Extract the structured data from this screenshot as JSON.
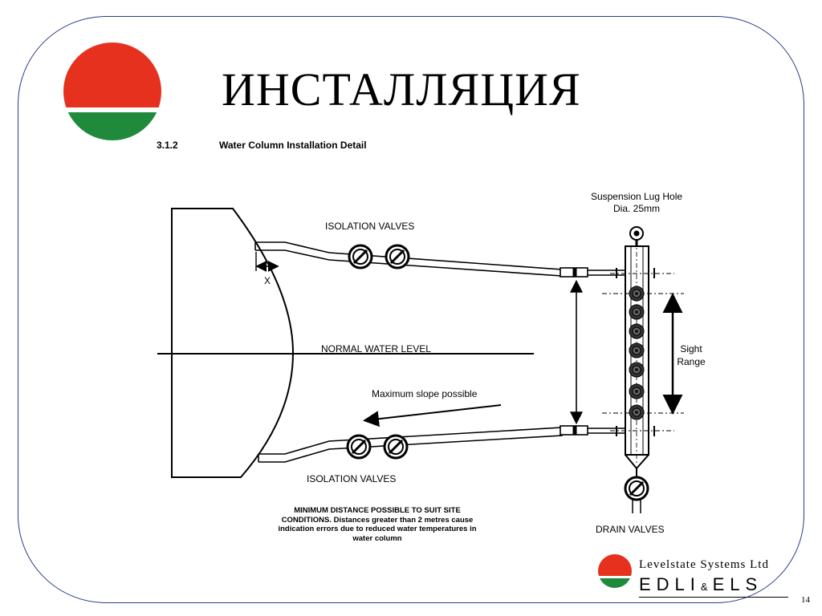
{
  "slide": {
    "title": "ИНСТАЛЛЯЦИЯ",
    "section_number": "3.1.2",
    "section_title": "Water Column Installation Detail",
    "page_number": "14"
  },
  "diagram": {
    "labels": {
      "suspension_line1": "Suspension Lug Hole",
      "suspension_line2": "Dia. 25mm",
      "isolation_valves_top": "ISOLATION VALVES",
      "isolation_valves_bottom": "ISOLATION VALVES",
      "x_marker": "X",
      "normal_water_level": "NORMAL WATER LEVEL",
      "max_slope": "Maximum slope possible",
      "sight_line1": "Sight",
      "sight_line2": "Range",
      "drain_valves": "DRAIN VALVES",
      "note": "MINIMUM DISTANCE POSSIBLE TO SUIT SITE CONDITIONS. Distances greater than 2 metres cause indication errors due to reduced water temperatures in water column"
    }
  },
  "brand": {
    "company": "Levelstate Systems Ltd",
    "mark_left": "EDLI",
    "mark_amp": "&",
    "mark_right": "ELS"
  },
  "colors": {
    "frame": "#2a3a8c",
    "logo_red": "#e5311e",
    "logo_green": "#1f8a3b"
  }
}
